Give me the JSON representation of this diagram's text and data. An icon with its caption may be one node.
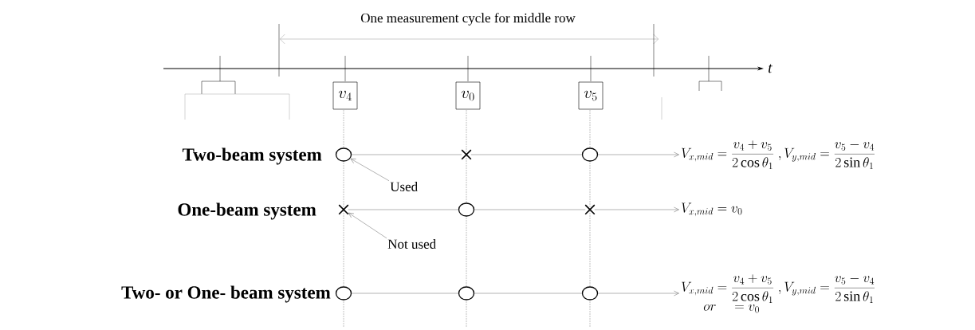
{
  "diagram": {
    "nodes": [
      {
        "text": [
          "v_{4}"
        ]
      },
      {
        "text": [
          "v_{0}"
        ]
      },
      {
        "text": [
          "v_{5}"
        ]
      },
      {
        "text": [],
        "shape": "circle"
      },
      {
        "text": [],
        "shape": "cross"
      },
      {
        "text": [],
        "shape": "circle"
      },
      {
        "text": [
          "V_{x,mid}=\\frac{v_{4}+v_{5}}{2\\cos\\theta_{1}}",
          ",V_{y,mid}=\\frac{v_{5}-v_{4}}{2\\sin\\theta_{1}}"
        ]
      },
      {
        "text": [
          "Used"
        ]
      },
      {
        "text": [],
        "shape": "cross"
      },
      {
        "text": [],
        "shape": "circle"
      },
      {
        "text": [],
        "shape": "cross"
      },
      {
        "text": [
          "V_{x,mid}=v_{0}"
        ]
      },
      {
        "text": [
          "Not used"
        ]
      },
      {
        "text": [],
        "shape": "circle"
      },
      {
        "text": [],
        "shape": "circle"
      },
      {
        "text": [],
        "shape": "circle"
      },
      {
        "text": [
          "V_{x,mid}=\\frac{v_{4}+v_{5}}{2\\cos\\theta_{1}}",
          ",V_{y,mid}=\\frac{v_{5}-v_{4}}{2\\sin\\theta_{1}}",
          "or\\quad =v_{0}"
        ]
      }
    ],
    "edges": [
      {
        "from": 3,
        "to": 4,
        "arrow": "none"
      },
      {
        "from": 4,
        "to": 5,
        "arrow": "none"
      },
      {
        "from": 5,
        "to": 6,
        "arrow": "to"
      },
      {
        "from": 7,
        "to": 3,
        "arrow": "to"
      },
      {
        "from": 8,
        "to": 9,
        "arrow": "none"
      },
      {
        "from": 9,
        "to": 10,
        "arrow": "none"
      },
      {
        "from": 10,
        "to": 11,
        "arrow": "to"
      },
      {
        "from": 12,
        "to": 8,
        "arrow": "to"
      },
      {
        "from": 13,
        "to": 14,
        "arrow": "none"
      },
      {
        "from": 14,
        "to": 15,
        "arrow": "none"
      },
      {
        "from": 15,
        "to": 16,
        "arrow": "to"
      }
    ],
    "labels": [
      "One measurement cycle for middle row",
      "t",
      "Two-beam system",
      "One-beam system",
      "Two- or One- beam system"
    ]
  }
}
